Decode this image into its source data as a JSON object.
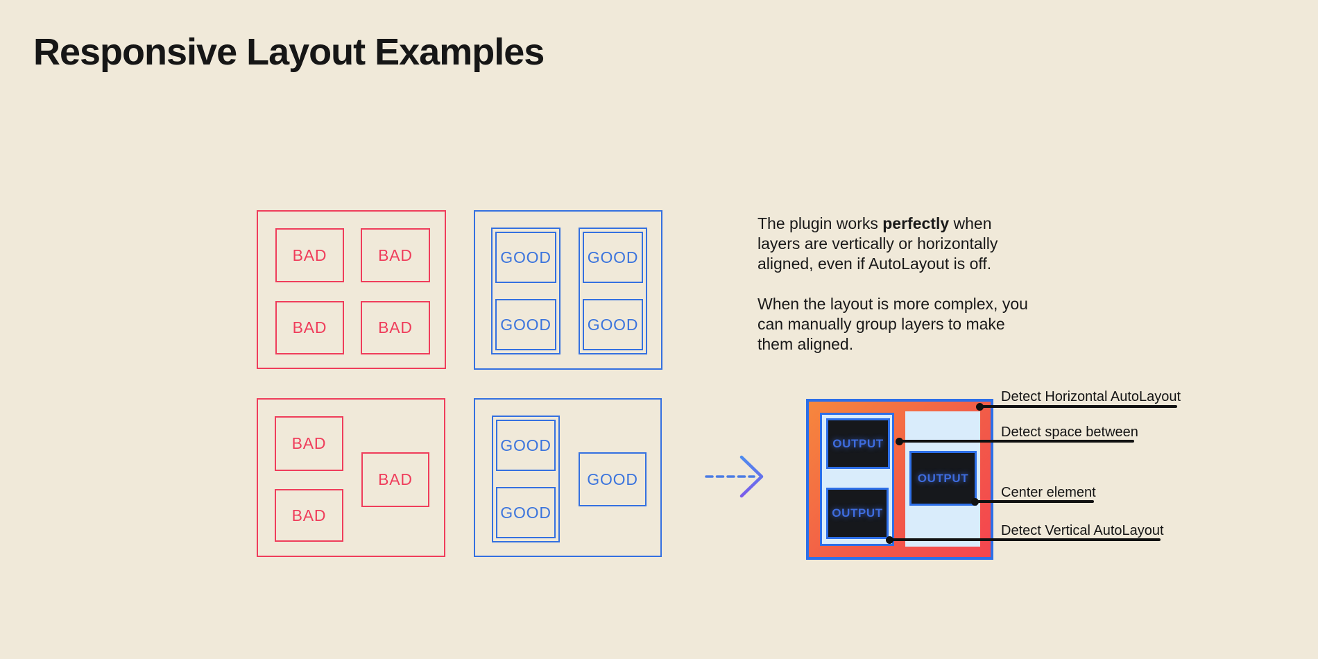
{
  "page": {
    "title": "Responsive Layout Examples",
    "background_color": "#F0E9D9"
  },
  "description": {
    "p1_line1_before": "The plugin works ",
    "p1_line1_bold": "perfectly",
    "p1_line1_after": " when",
    "p1_line2": "layers are vertically or horizontally",
    "p1_line3": "aligned, even if AutoLayout is off.",
    "p2_line1": "When the layout is more complex, you",
    "p2_line2": "can manually group layers to make",
    "p2_line3": "them aligned."
  },
  "labels": {
    "bad": "BAD",
    "good": "GOOD",
    "output": "OUTPUT"
  },
  "annotations": [
    {
      "label": "Detect Horizontal AutoLayout"
    },
    {
      "label": "Detect space between"
    },
    {
      "label": "Center element"
    },
    {
      "label": "Detect Vertical AutoLayout"
    }
  ],
  "colors": {
    "bad_red": "#EF3D5B",
    "good_blue": "#3470E0",
    "output_frame_blue": "#2D6FE8",
    "gradient_start": "#F6873D",
    "gradient_end": "#F4454F",
    "pale_blue": "#D9ECFB",
    "dark_box": "#16181C",
    "output_text_blue": "#3E6CDE",
    "annotation_black": "#111111",
    "arrow_blue": "#4A7BE4"
  }
}
